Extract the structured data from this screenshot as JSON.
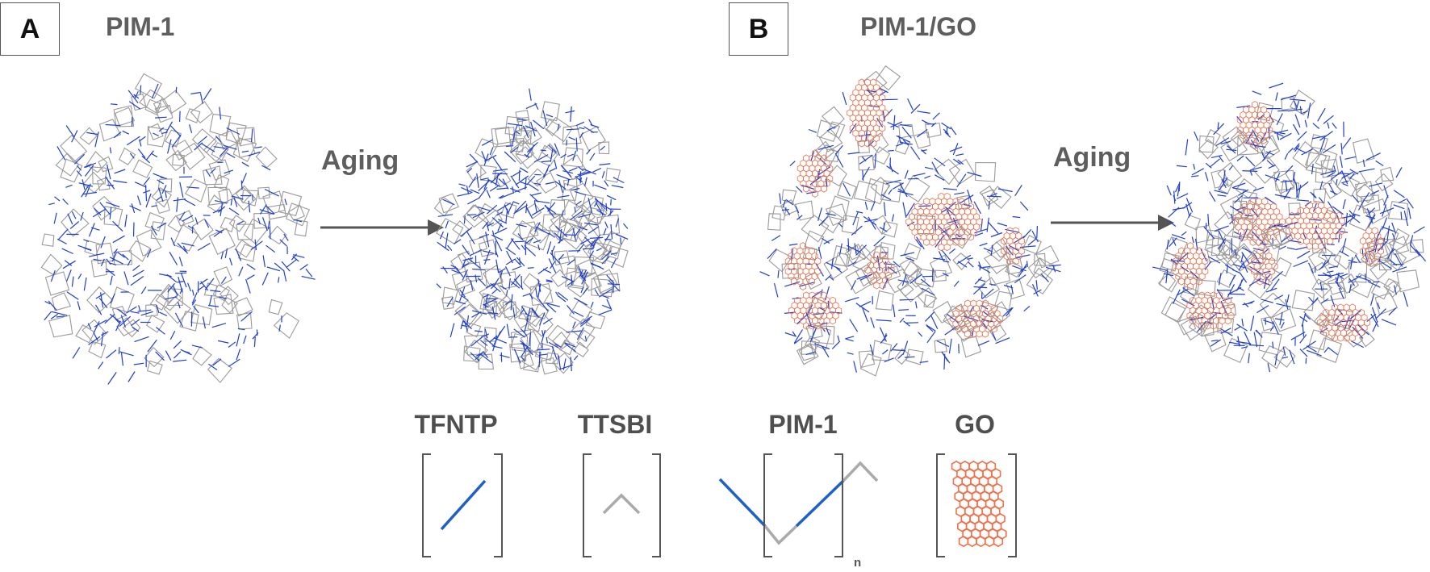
{
  "panel_a": {
    "label": "A",
    "title": "PIM-1",
    "arrow_text": "Aging"
  },
  "panel_b": {
    "label": "B",
    "title": "PIM-1/GO",
    "arrow_text": "Aging"
  },
  "legend": {
    "tfntp": "TFNTP",
    "ttsbi": "TTSBI",
    "pim1": "PIM-1",
    "go": "GO",
    "repeat_subscript": "n"
  },
  "colors": {
    "tfntp_blue": "#1f3fd0",
    "ttsbi_gray": "#9a9a9a",
    "go_orange": "#f0704a",
    "arrow": "#555555",
    "legend_blue": "#1e5fc8"
  },
  "clusters": [
    {
      "id": "pim1-initial",
      "has_go": false,
      "density": "loose"
    },
    {
      "id": "pim1-aged",
      "has_go": false,
      "density": "dense"
    },
    {
      "id": "pim1go-initial",
      "has_go": true,
      "density": "loose"
    },
    {
      "id": "pim1go-aged",
      "has_go": true,
      "density": "dense"
    }
  ]
}
